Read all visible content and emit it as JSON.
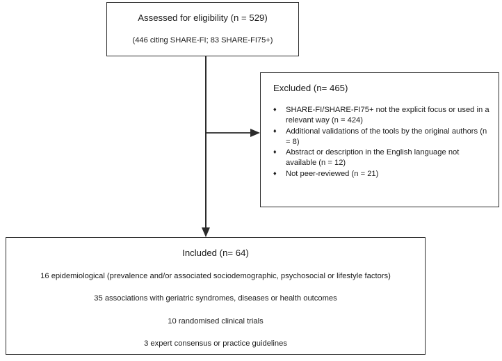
{
  "diagram": {
    "type": "prisma-flow-diagram",
    "stroke_color": "#2b2b2b",
    "background_color": "#ffffff",
    "bullet_glyph": "♦"
  },
  "assessed": {
    "title": "Assessed for eligibility (n = 529)",
    "subtitle": "(446 citing SHARE-FI; 83 SHARE-FI75+)"
  },
  "excluded": {
    "heading": "Excluded (n= 465)",
    "reasons": [
      "SHARE-FI/SHARE-FI75+ not the explicit focus or used in a relevant way (n = 424)",
      "Additional validations of the tools by the original authors (n = 8)",
      "Abstract or description in the English language not available (n = 12)",
      "Not peer-reviewed (n = 21)"
    ]
  },
  "included": {
    "heading": "Included (n= 64)",
    "categories": [
      "16 epidemiological (prevalence and/or associated sociodemographic, psychosocial or lifestyle factors)",
      "35 associations with geriatric syndromes, diseases or health outcomes",
      "10 randomised clinical trials",
      "3 expert consensus or practice guidelines"
    ]
  }
}
